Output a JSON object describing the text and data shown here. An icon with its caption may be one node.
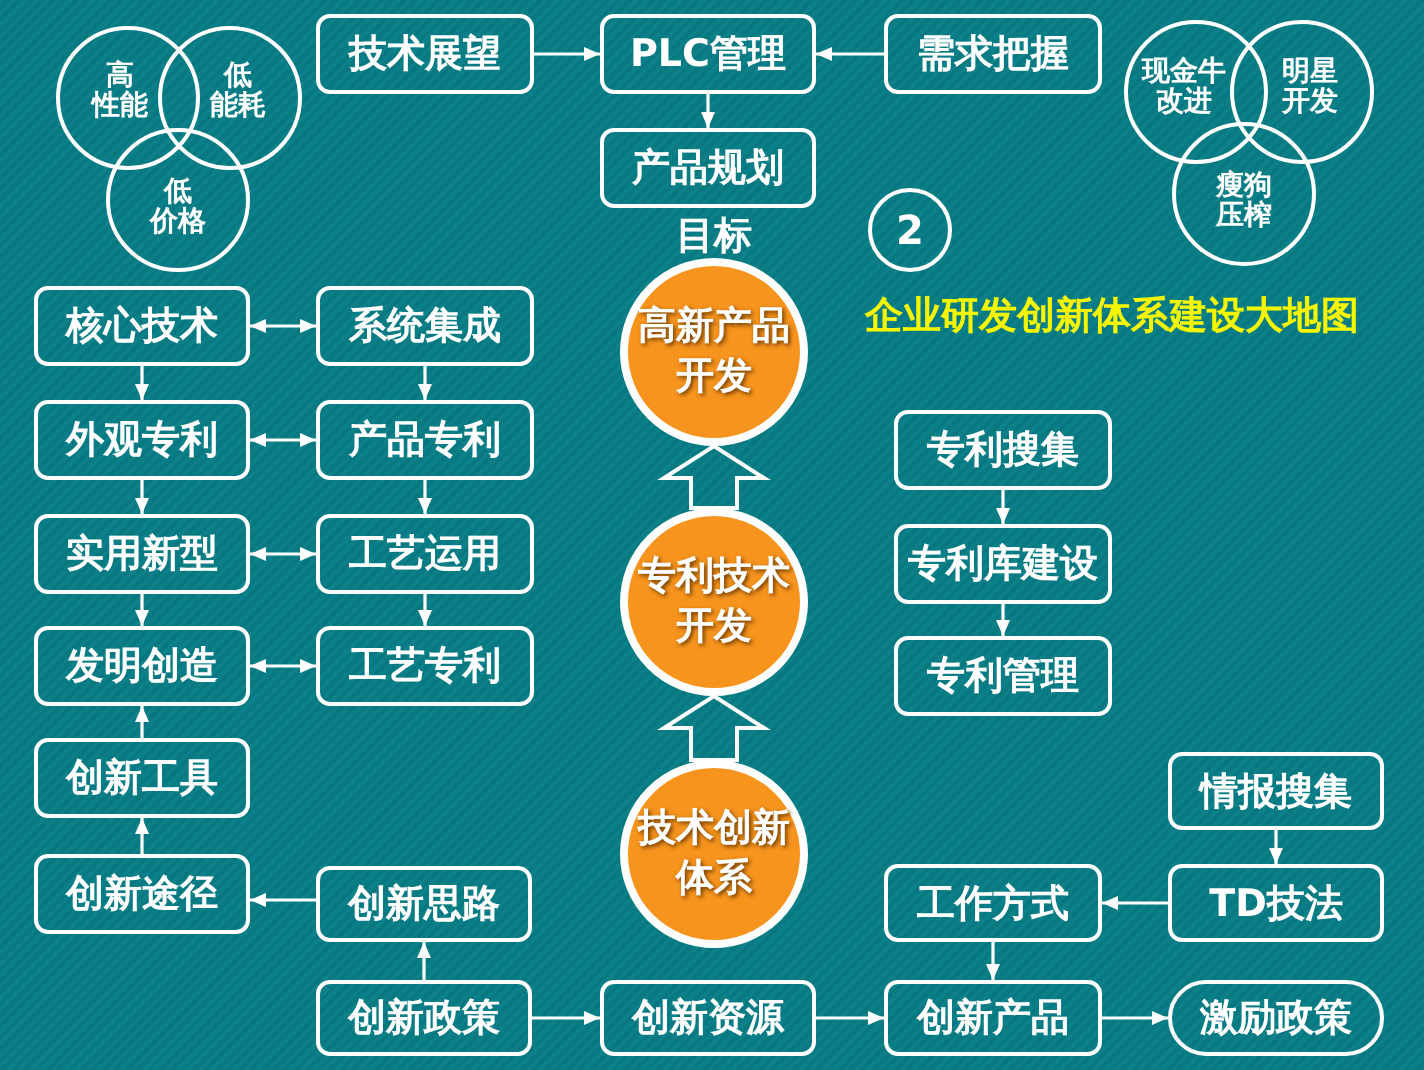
{
  "diagram": {
    "title": "企业研发创新体系建设大地图",
    "nodes": [
      {
        "text": [
          "高性能"
        ]
      },
      {
        "text": [
          "低能耗"
        ]
      },
      {
        "text": [
          "技术展望"
        ]
      },
      {
        "text": [
          "PLC管理"
        ]
      },
      {
        "text": [
          "需求把握"
        ]
      },
      {
        "text": [
          "现金牛改进"
        ]
      },
      {
        "text": [
          "明星开发"
        ]
      },
      {
        "text": [
          "产品规划"
        ]
      },
      {
        "text": [
          "低价格"
        ]
      },
      {
        "text": [
          "瘦狗压榨"
        ]
      },
      {
        "text": [
          "2"
        ]
      },
      {
        "text": [
          "高新产品开发"
        ]
      },
      {
        "text": [
          "核心技术"
        ]
      },
      {
        "text": [
          "系统集成"
        ]
      },
      {
        "text": [
          "外观专利"
        ]
      },
      {
        "text": [
          "产品专利"
        ]
      },
      {
        "text": [
          "专利搜集"
        ]
      },
      {
        "text": [
          "实用新型"
        ]
      },
      {
        "text": [
          "工艺运用"
        ]
      },
      {
        "text": [
          "专利技术开发"
        ]
      },
      {
        "text": [
          "专利库建设"
        ]
      },
      {
        "text": [
          "发明创造"
        ]
      },
      {
        "text": [
          "工艺专利"
        ]
      },
      {
        "text": [
          "专利管理"
        ]
      },
      {
        "text": [
          "创新工具"
        ]
      },
      {
        "text": [
          "情报搜集"
        ]
      },
      {
        "text": [
          "技术创新体系"
        ]
      },
      {
        "text": [
          "创新途径"
        ]
      },
      {
        "text": [
          "创新思路"
        ]
      },
      {
        "text": [
          "工作方式"
        ]
      },
      {
        "text": [
          "TD技法"
        ]
      },
      {
        "text": [
          "创新政策"
        ]
      },
      {
        "text": [
          "创新资源"
        ]
      },
      {
        "text": [
          "创新产品"
        ]
      },
      {
        "text": [
          "激励政策"
        ]
      }
    ],
    "edges": [
      {
        "from": 2,
        "to": 3,
        "arrow": "to"
      },
      {
        "from": 4,
        "to": 3,
        "arrow": "to"
      },
      {
        "from": 3,
        "to": 7,
        "arrow": "to"
      },
      {
        "from": 12,
        "to": 13,
        "arrow": "both"
      },
      {
        "from": 14,
        "to": 15,
        "arrow": "both"
      },
      {
        "from": 17,
        "to": 18,
        "arrow": "both"
      },
      {
        "from": 21,
        "to": 22,
        "arrow": "both"
      },
      {
        "from": 12,
        "to": 14,
        "arrow": "to"
      },
      {
        "from": 14,
        "to": 17,
        "arrow": "to"
      },
      {
        "from": 17,
        "to": 21,
        "arrow": "to"
      },
      {
        "from": 13,
        "to": 15,
        "arrow": "to"
      },
      {
        "from": 15,
        "to": 18,
        "arrow": "to"
      },
      {
        "from": 18,
        "to": 22,
        "arrow": "to"
      },
      {
        "from": 16,
        "to": 20,
        "arrow": "to"
      },
      {
        "from": 20,
        "to": 23,
        "arrow": "to"
      },
      {
        "from": 26,
        "to": 19,
        "arrow": "to",
        "style": "thick"
      },
      {
        "from": 19,
        "to": 11,
        "arrow": "to",
        "style": "thick"
      },
      {
        "from": 24,
        "to": 21,
        "arrow": "to"
      },
      {
        "from": 27,
        "to": 24,
        "arrow": "to"
      },
      {
        "from": 28,
        "to": 27,
        "arrow": "to"
      },
      {
        "from": 31,
        "to": 28,
        "arrow": "to"
      },
      {
        "from": 31,
        "to": 32,
        "arrow": "to"
      },
      {
        "from": 32,
        "to": 33,
        "arrow": "to"
      },
      {
        "from": 33,
        "to": 34,
        "arrow": "to"
      },
      {
        "from": 29,
        "to": 33,
        "arrow": "to"
      },
      {
        "from": 30,
        "to": 29,
        "arrow": "to"
      },
      {
        "from": 25,
        "to": 30,
        "arrow": "to"
      }
    ],
    "labels": [
      "目标"
    ]
  }
}
